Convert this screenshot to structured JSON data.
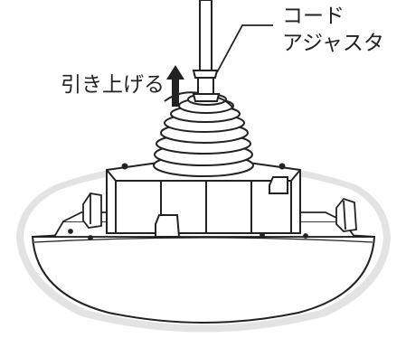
{
  "labels": {
    "cord_adjuster_line1": "コード",
    "cord_adjuster_line2": "アジャスタ",
    "pull_up": "引き上げる"
  },
  "colors": {
    "stroke": "#222222",
    "halo": "#dcdcdc",
    "fill": "#ffffff",
    "arrow": "#222222"
  }
}
